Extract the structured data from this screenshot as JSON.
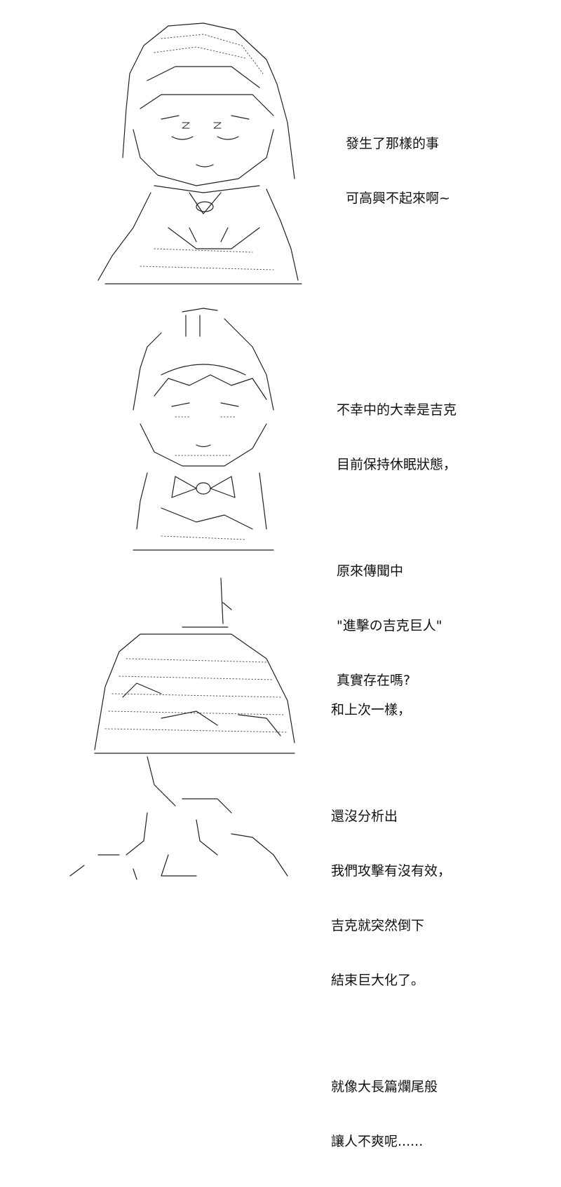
{
  "panels": [
    {
      "lines": [
        "發生了那樣的事",
        "可高興不起來啊~"
      ]
    },
    {
      "groups": [
        [
          "不幸中的大幸是吉克",
          "目前保持休眠狀態，"
        ],
        [
          "原來傳聞中",
          "\"進擊の吉克巨人\"",
          "真實存在嗎?"
        ]
      ]
    },
    {
      "groups": [
        [
          "和上次一樣，"
        ],
        [
          "還沒分析出",
          "我們攻擊有沒有效，",
          "吉克就突然倒下",
          "結束巨大化了。"
        ],
        [
          "就像大長篇爛尾般",
          "讓人不爽呢......"
        ]
      ]
    }
  ]
}
